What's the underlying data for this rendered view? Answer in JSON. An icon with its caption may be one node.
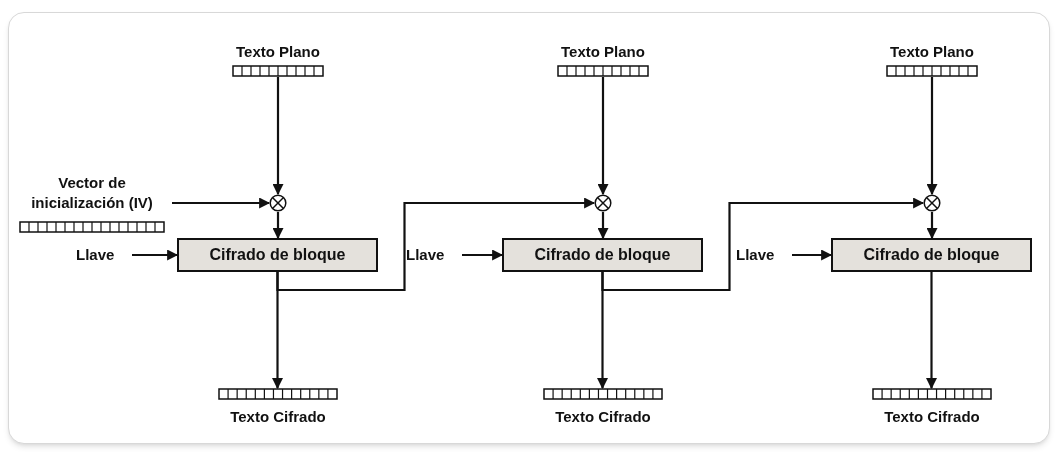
{
  "diagram": {
    "nodes": [
      {
        "text": [
          "Texto Plano"
        ]
      },
      {
        "text": [
          "Vector de inicialización (IV)"
        ]
      },
      {
        "text": [],
        "shape": "circle"
      },
      {
        "text": [
          "Llave"
        ]
      },
      {
        "text": [
          "Cifrado de bloque"
        ]
      },
      {
        "text": [
          "Texto Cifrado"
        ]
      },
      {
        "text": [
          "Texto Plano"
        ]
      },
      {
        "text": [],
        "shape": "circle"
      },
      {
        "text": [
          "Llave"
        ]
      },
      {
        "text": [
          "Cifrado de bloque"
        ]
      },
      {
        "text": [
          "Texto Cifrado"
        ]
      },
      {
        "text": [
          "Texto Plano"
        ]
      },
      {
        "text": [],
        "shape": "circle"
      },
      {
        "text": [
          "Llave"
        ]
      },
      {
        "text": [
          "Cifrado de bloque"
        ]
      },
      {
        "text": [
          "Texto Cifrado"
        ]
      }
    ],
    "edges": [
      {
        "from": 0,
        "to": 2,
        "arrow": "to"
      },
      {
        "from": 1,
        "to": 2,
        "arrow": "to"
      },
      {
        "from": 2,
        "to": 4,
        "arrow": "to"
      },
      {
        "from": 3,
        "to": 4,
        "arrow": "to"
      },
      {
        "from": 4,
        "to": 5,
        "arrow": "to"
      },
      {
        "from": 4,
        "to": 7,
        "arrow": "to"
      },
      {
        "from": 6,
        "to": 7,
        "arrow": "to"
      },
      {
        "from": 7,
        "to": 9,
        "arrow": "to"
      },
      {
        "from": 8,
        "to": 9,
        "arrow": "to"
      },
      {
        "from": 9,
        "to": 10,
        "arrow": "to"
      },
      {
        "from": 9,
        "to": 12,
        "arrow": "to"
      },
      {
        "from": 11,
        "to": 12,
        "arrow": "to"
      },
      {
        "from": 12,
        "to": 14,
        "arrow": "to"
      },
      {
        "from": 13,
        "to": 14,
        "arrow": "to"
      },
      {
        "from": 14,
        "to": 15,
        "arrow": "to"
      }
    ]
  }
}
